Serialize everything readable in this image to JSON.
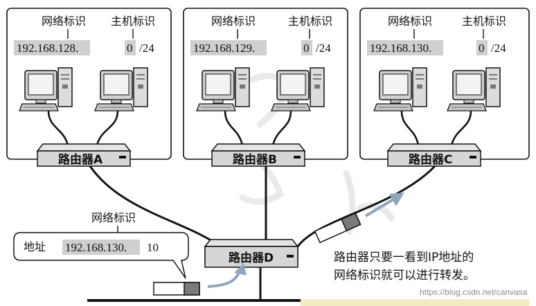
{
  "networks": [
    {
      "network_label": "网络标识",
      "host_label": "主机标识",
      "network_part": "192.168.128.",
      "host_part": "0",
      "suffix": "/24",
      "router_label": "路由器A"
    },
    {
      "network_label": "网络标识",
      "host_label": "主机标识",
      "network_part": "192.168.129.",
      "host_part": "0",
      "suffix": "/24",
      "router_label": "路由器B"
    },
    {
      "network_label": "网络标识",
      "host_label": "主机标识",
      "network_part": "192.168.130.",
      "host_part": "0",
      "suffix": "/24",
      "router_label": "路由器C"
    }
  ],
  "core_router": {
    "label": "路由器D"
  },
  "packet_callout": {
    "network_label": "网络标识",
    "address_label": "地址",
    "network_part": "192.168.130.",
    "host_part": "10"
  },
  "note": {
    "line1": "路由器只要一看到IP地址的",
    "line2": "网络标识就可以进行转发。"
  },
  "watermark": "https://blog.csdn.net/canvasa",
  "colors": {
    "line": "#111111",
    "router_fill": "#d8d8d8",
    "label_bg": "#cfcfcf",
    "arrow": "#8fa6bd",
    "packet_dark": "#7a7a7a"
  }
}
